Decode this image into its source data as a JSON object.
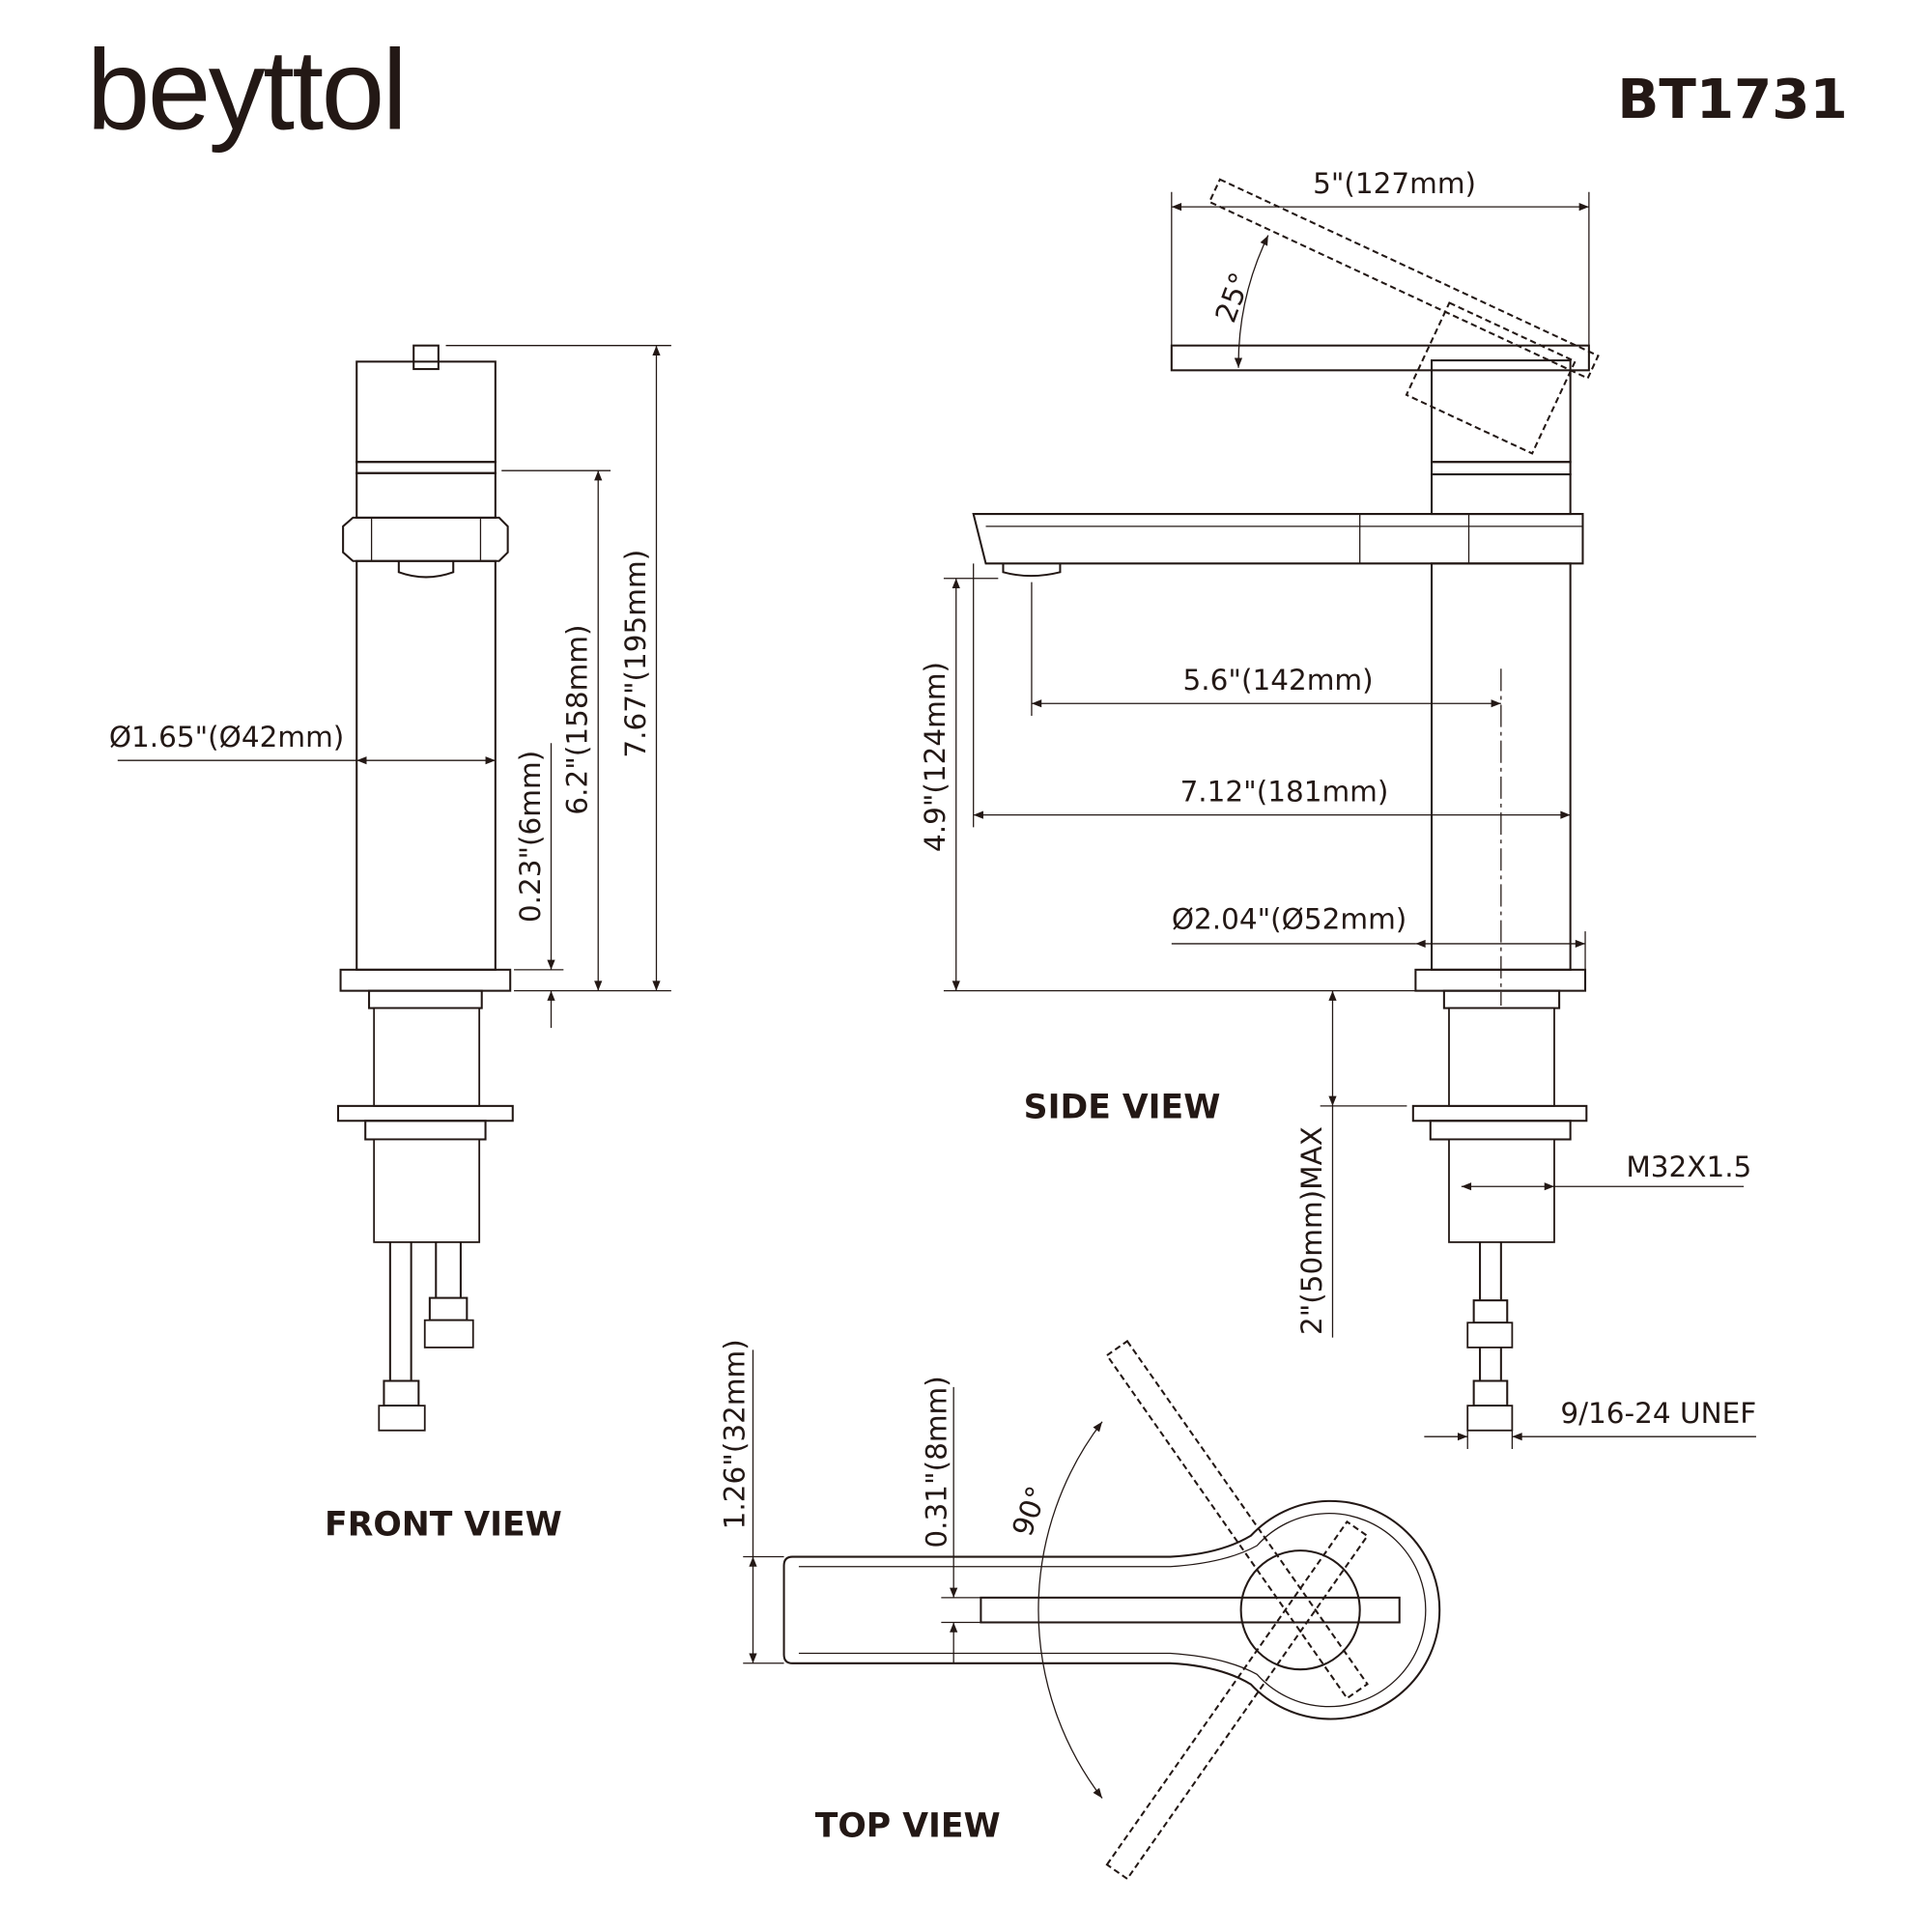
{
  "brand": "beyttol",
  "model": "BT1731",
  "views": {
    "front": "FRONT VIEW",
    "side": "SIDE VIEW",
    "top": "TOP VIEW"
  },
  "dimensions": {
    "front_diameter": "Ø1.65\"(Ø42mm)",
    "front_base": "0.23\"(6mm)",
    "front_spout_height": "6.2\"(158mm)",
    "front_total_height": "7.67\"(195mm)",
    "side_handle_length": "5\"(127mm)",
    "side_handle_angle": "25°",
    "side_spout_clearance": "4.9\"(124mm)",
    "side_spout_reach": "5.6\"(142mm)",
    "side_total_length": "7.12\"(181mm)",
    "side_base_diameter": "Ø2.04\"(Ø52mm)",
    "side_deck_thickness": "2\"(50mm)MAX",
    "side_thread": "M32X1.5",
    "side_hose_thread": "9/16-24 UNEF",
    "top_width": "1.26\"(32mm)",
    "top_lever_width": "0.31\"(8mm)",
    "top_rotation": "90°"
  }
}
